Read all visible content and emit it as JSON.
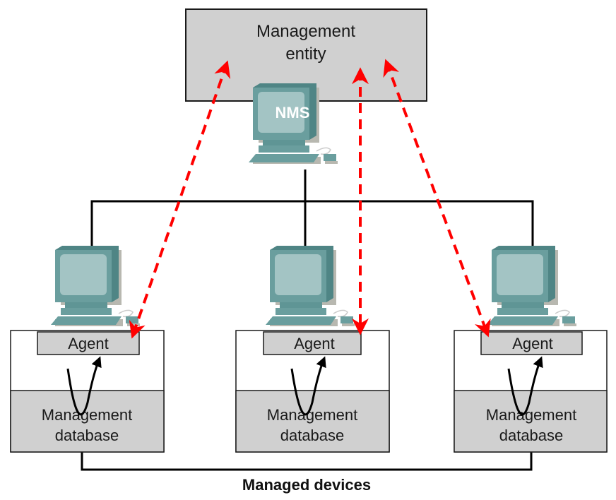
{
  "management_entity": {
    "title_line1": "Management",
    "title_line2": "entity",
    "nms_label": "NMS"
  },
  "devices": [
    {
      "agent_label": "Agent",
      "db_line1": "Management",
      "db_line2": "database"
    },
    {
      "agent_label": "Agent",
      "db_line1": "Management",
      "db_line2": "database"
    },
    {
      "agent_label": "Agent",
      "db_line1": "Management",
      "db_line2": "database"
    }
  ],
  "caption": "Managed devices",
  "colors": {
    "entity_fill": "#d0d0d0",
    "db_fill": "#d0d0d0",
    "arrow_red": "#ff0000",
    "computer_teal": "#5f9595",
    "screen_teal": "#a3c4c4",
    "line_black": "#000000"
  }
}
